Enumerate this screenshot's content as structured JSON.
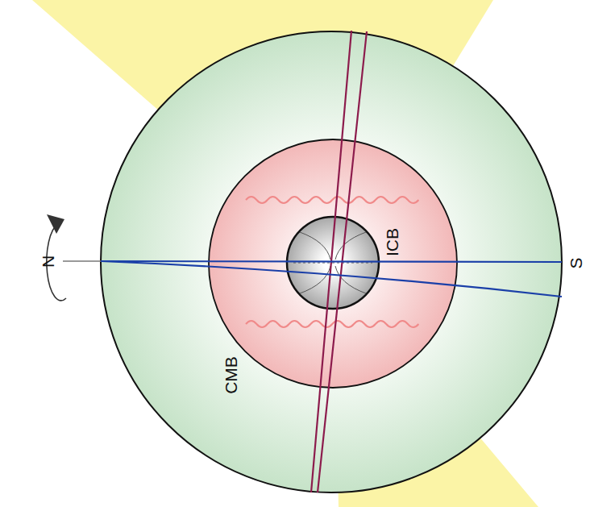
{
  "diagram": {
    "labels": [
      "N",
      "CMB",
      "ICB",
      "S"
    ]
  }
}
